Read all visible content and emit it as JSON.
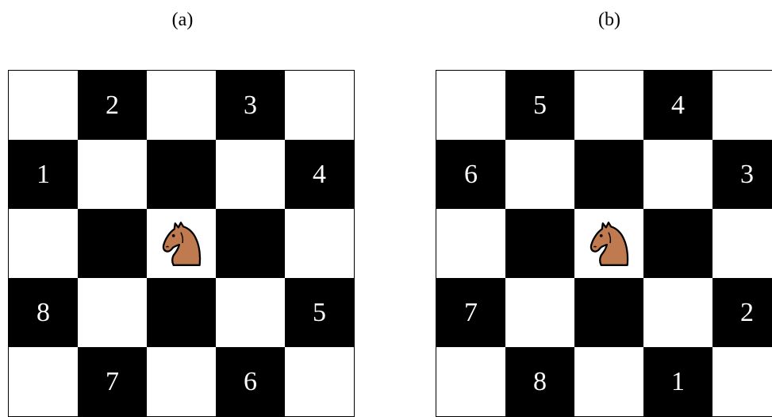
{
  "panels": [
    {
      "label": "(a)",
      "squares": [
        [
          "",
          "2",
          "",
          "3",
          ""
        ],
        [
          "1",
          "",
          "",
          "",
          "4"
        ],
        [
          "",
          "",
          "knight",
          "",
          ""
        ],
        [
          "8",
          "",
          "",
          "",
          "5"
        ],
        [
          "",
          "7",
          "",
          "6",
          ""
        ]
      ]
    },
    {
      "label": "(b)",
      "squares": [
        [
          "",
          "5",
          "",
          "4",
          ""
        ],
        [
          "6",
          "",
          "",
          "",
          "3"
        ],
        [
          "",
          "",
          "knight",
          "",
          ""
        ],
        [
          "7",
          "",
          "",
          "",
          "2"
        ],
        [
          "",
          "8",
          "",
          "1",
          ""
        ]
      ]
    }
  ],
  "colors": {
    "dark_square": "#000000",
    "light_square": "#ffffff",
    "knight_body": "#c07a4f",
    "knight_outline": "#000000"
  },
  "piece_icon": "knight-icon"
}
